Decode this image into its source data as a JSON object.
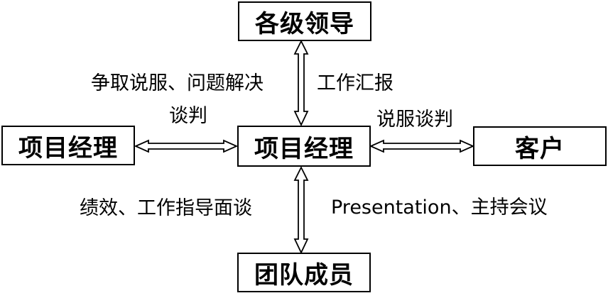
{
  "nodes": {
    "leaders": "各级领导",
    "pm_left": "项目经理",
    "pm_center": "项目经理",
    "client": "客户",
    "team": "团队成员"
  },
  "labels": {
    "leaders_left_1": "争取说服、问题解决",
    "leaders_left_2": "谈判",
    "leaders_right": "工作汇报",
    "client_top": "说服谈判",
    "team_left": "绩效、工作指导面谈",
    "team_right": "Presentation、主持会议"
  }
}
